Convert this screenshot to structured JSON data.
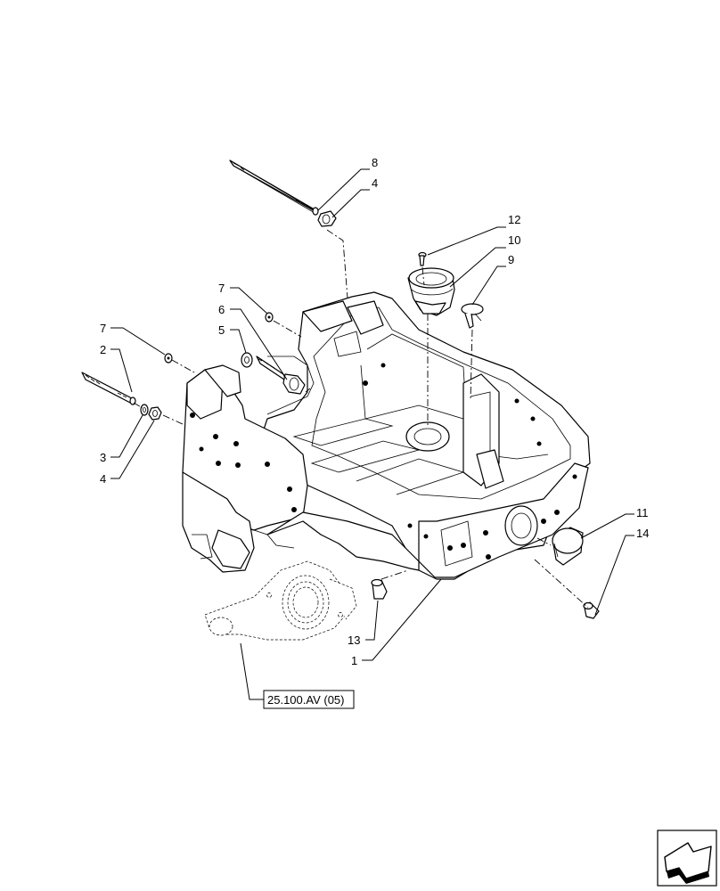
{
  "callouts": [
    {
      "id": "c8",
      "text": "8"
    },
    {
      "id": "c4a",
      "text": "4"
    },
    {
      "id": "c12",
      "text": "12"
    },
    {
      "id": "c10",
      "text": "10"
    },
    {
      "id": "c9",
      "text": "9"
    },
    {
      "id": "c7a",
      "text": "7"
    },
    {
      "id": "c6",
      "text": "6"
    },
    {
      "id": "c5",
      "text": "5"
    },
    {
      "id": "c7b",
      "text": "7"
    },
    {
      "id": "c2",
      "text": "2"
    },
    {
      "id": "c3",
      "text": "3"
    },
    {
      "id": "c4b",
      "text": "4"
    },
    {
      "id": "c11",
      "text": "11"
    },
    {
      "id": "c14",
      "text": "14"
    },
    {
      "id": "c13",
      "text": "13"
    },
    {
      "id": "c1",
      "text": "1"
    }
  ],
  "reference_box": {
    "text": "25.100.AV (05)"
  },
  "icons": {
    "nav": "next-page-arrow-icon"
  }
}
